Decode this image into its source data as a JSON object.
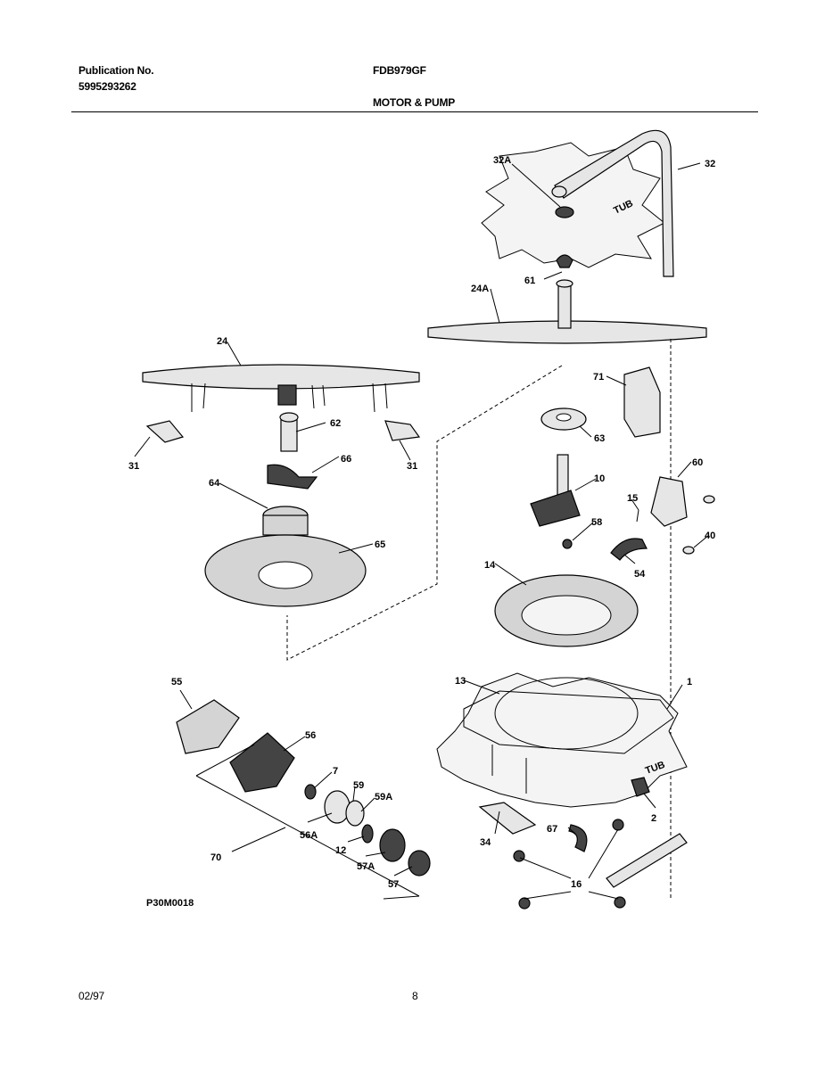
{
  "header": {
    "publication_label": "Publication No.",
    "publication_number": "5995293262",
    "model": "FDB979GF",
    "section_title": "MOTOR & PUMP"
  },
  "diagram": {
    "tub_text": "TUB",
    "part_labels": {
      "p32A": "32A",
      "p32": "32",
      "p61": "61",
      "p24A": "24A",
      "p24": "24",
      "p71": "71",
      "p62": "62",
      "p63": "63",
      "p31L": "31",
      "p31R": "31",
      "p66": "66",
      "p10": "10",
      "p60": "60",
      "p64": "64",
      "p15": "15",
      "p58": "58",
      "p65": "65",
      "p40": "40",
      "p54": "54",
      "p14": "14",
      "p55": "55",
      "p13": "13",
      "p1": "1",
      "p56": "56",
      "p7": "7",
      "p59": "59",
      "p59A": "59A",
      "p56A": "56A",
      "p12": "12",
      "p2": "2",
      "p70": "70",
      "p57A": "57A",
      "p57": "57",
      "p34": "34",
      "p67": "67",
      "p16": "16"
    },
    "drawing_id": "P30M0018"
  },
  "footer": {
    "date": "02/97",
    "page": "8"
  }
}
